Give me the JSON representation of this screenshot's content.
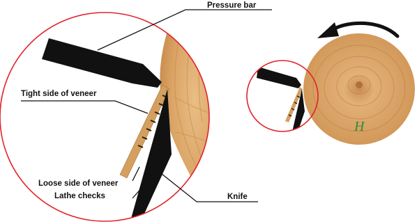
{
  "labels": {
    "pressure_bar": "Pressure bar",
    "tight_side": "Tight side of veneer",
    "loose_side": "Loose side of veneer",
    "lathe_checks": "Lathe checks",
    "knife": "Knife"
  },
  "log_mark": "H",
  "colors": {
    "circle_outline": "#e0242b",
    "wood_light": "#e7b67a",
    "wood_mid": "#d89e5c",
    "wood_dark": "#b87a3e",
    "veneer": "#d3a060",
    "tool": "#111111",
    "mark_green": "#2e8b3a"
  },
  "icons": {
    "rotation_arrow": "curved-arrow-counterclockwise-icon"
  }
}
